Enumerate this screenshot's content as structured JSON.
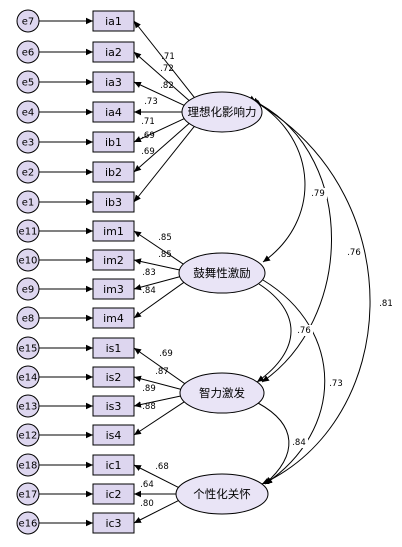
{
  "observed": [
    {
      "name": "ia1",
      "error": "e7",
      "loading": ".71"
    },
    {
      "name": "ia2",
      "error": "e6",
      "loading": ".72"
    },
    {
      "name": "ia3",
      "error": "e5",
      "loading": ".82"
    },
    {
      "name": "ia4",
      "error": "e4",
      "loading": ".73"
    },
    {
      "name": "ib1",
      "error": "e3",
      "loading": ".71"
    },
    {
      "name": "ib2",
      "error": "e2",
      "loading": ".69"
    },
    {
      "name": "ib3",
      "error": "e1",
      "loading": ".69"
    },
    {
      "name": "im1",
      "error": "e11",
      "loading": ".85"
    },
    {
      "name": "im2",
      "error": "e10",
      "loading": ".85"
    },
    {
      "name": "im3",
      "error": "e9",
      "loading": ".83"
    },
    {
      "name": "im4",
      "error": "e8",
      "loading": ".84"
    },
    {
      "name": "is1",
      "error": "e15",
      "loading": ".69"
    },
    {
      "name": "is2",
      "error": "e14",
      "loading": ".87"
    },
    {
      "name": "is3",
      "error": "e13",
      "loading": ".89"
    },
    {
      "name": "is4",
      "error": "e12",
      "loading": ".88"
    },
    {
      "name": "ic1",
      "error": "e18",
      "loading": ".68"
    },
    {
      "name": "ic2",
      "error": "e17",
      "loading": ".64"
    },
    {
      "name": "ic3",
      "error": "e16",
      "loading": ".80"
    }
  ],
  "latents": [
    {
      "id": "idealized",
      "label": "理想化影响力",
      "first": 0,
      "last": 6
    },
    {
      "id": "inspiration",
      "label": "鼓舞性激励",
      "first": 7,
      "last": 10
    },
    {
      "id": "stimulation",
      "label": "智力激发",
      "first": 11,
      "last": 14
    },
    {
      "id": "consideration",
      "label": "个性化关怀",
      "first": 15,
      "last": 17
    }
  ],
  "correlations": [
    {
      "from": "idealized",
      "to": "inspiration",
      "value": ".79"
    },
    {
      "from": "idealized",
      "to": "stimulation",
      "value": ".76"
    },
    {
      "from": "idealized",
      "to": "consideration",
      "value": ".81"
    },
    {
      "from": "inspiration",
      "to": "stimulation",
      "value": ".76"
    },
    {
      "from": "inspiration",
      "to": "consideration",
      "value": ".73"
    },
    {
      "from": "stimulation",
      "to": "consideration",
      "value": ".84"
    }
  ]
}
